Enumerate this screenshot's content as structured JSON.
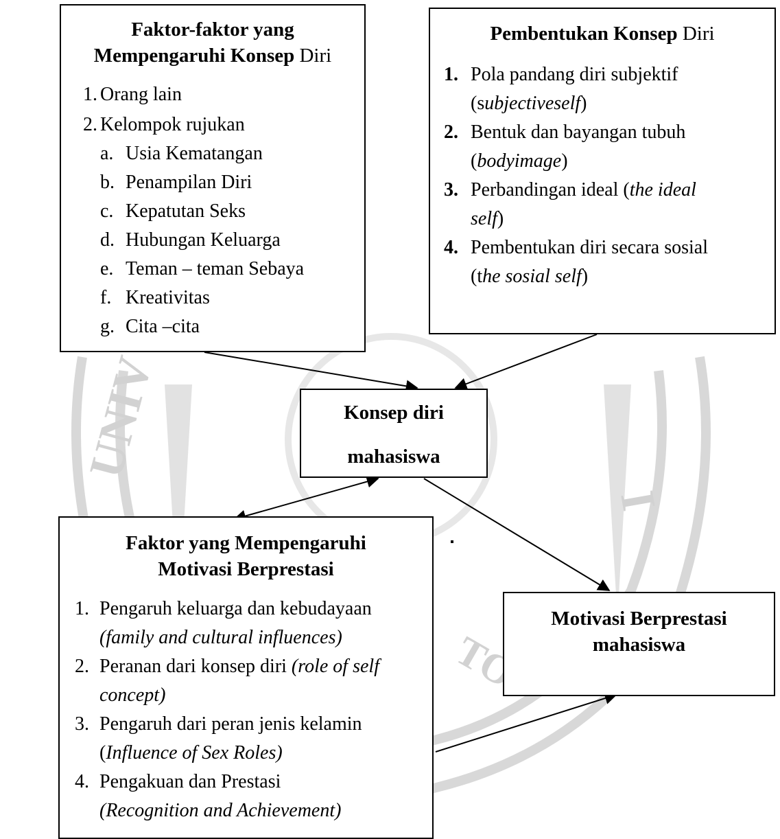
{
  "colors": {
    "line": "#000000",
    "watermark": "#bdbdbd",
    "background": "#ffffff"
  },
  "box_factors_self": {
    "title_bold": "Faktor-faktor yang",
    "title_bold2": "Mempengaruhi Konsep",
    "title_normal": "Diri",
    "items": [
      {
        "num": "1.",
        "text": "Orang lain"
      },
      {
        "num": "2.",
        "text": "Kelompok rujukan"
      }
    ],
    "subitems": [
      {
        "num": "a.",
        "text": "Usia Kematangan"
      },
      {
        "num": "b.",
        "text": "Penampilan Diri"
      },
      {
        "num": "c.",
        "text": "Kepatutan Seks"
      },
      {
        "num": "d.",
        "text": "Hubungan Keluarga"
      },
      {
        "num": "e.",
        "text": "Teman – teman Sebaya"
      },
      {
        "num": "f.",
        "text": "Kreativitas"
      },
      {
        "num": "g.",
        "text": "Cita –cita"
      }
    ]
  },
  "box_formation": {
    "title_bold": "Pembentukan Konsep",
    "title_normal": "Diri",
    "items": [
      {
        "num": "1.",
        "line1": "Pola pandang diri subjektif",
        "l2_pre": "(s",
        "l2_it": "ubjectiveself",
        "l2_post": ")"
      },
      {
        "num": "2.",
        "line1": "Bentuk dan bayangan tubuh",
        "l2_pre": "(",
        "l2_it": "bodyimage",
        "l2_post": ")"
      },
      {
        "num": "3.",
        "line1_pre": "Perbandingan ideal (",
        "line1_it": "the ideal",
        "l2_pre": "",
        "l2_it": "self",
        "l2_post": ")"
      },
      {
        "num": "4.",
        "line1": "Pembentukan diri secara sosial",
        "l2_pre": "(t",
        "l2_it": "he sosial self",
        "l2_post": ")"
      }
    ]
  },
  "box_concept": {
    "line1": "Konsep diri",
    "line2": "mahasiswa"
  },
  "box_factors_motivation": {
    "title1": "Faktor yang Mempengaruhi",
    "title2": "Motivasi Berprestasi",
    "items": [
      {
        "num": "1.",
        "line1": "Pengaruh keluarga dan kebudayaan",
        "line1_it": "",
        "l2_pre": "",
        "l2_it": "(family and cultural influences)",
        "l2_post": ""
      },
      {
        "num": "2.",
        "line1": "Peranan dari konsep diri ",
        "line1_it": "(role of self",
        "l2_pre": "",
        "l2_it": "concept)",
        "l2_post": ""
      },
      {
        "num": "3.",
        "line1": "Pengaruh dari peran jenis kelamin",
        "line1_it": "",
        "l2_pre": "(",
        "l2_it": "Influence of Sex Roles)",
        "l2_post": ""
      },
      {
        "num": "4.",
        "line1": "Pengakuan dan Prestasi",
        "line1_it": "",
        "l2_pre": "",
        "l2_it": "(Recognition and Achievement)",
        "l2_post": ""
      }
    ]
  },
  "box_motivation": {
    "line1": "Motivasi Berprestasi",
    "line2": "mahasiswa"
  },
  "watermark_letters": [
    "UNIV",
    "TH.",
    "I",
    "TO"
  ]
}
